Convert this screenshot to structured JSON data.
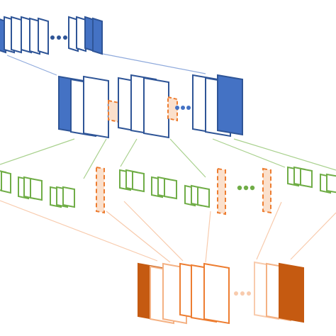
{
  "colors": {
    "blue": "#2F5FBF",
    "blue_stroke": "#2A4C9E",
    "green": "#70AD47",
    "orange": "#C55A11",
    "orange_light": "#F6C9AB",
    "orange_fill": "#FBE0CC",
    "connector_blue": "#8FAADC",
    "connector_green": "#A9D18E",
    "connector_orange": "#F4B183",
    "background": "#FFFFFF"
  },
  "rows": [
    {
      "name": "level-1-blue",
      "ellipsis": true
    },
    {
      "name": "level-2-blue",
      "ellipsis": true
    },
    {
      "name": "level-3-green",
      "ellipsis": true
    },
    {
      "name": "level-4-orange",
      "ellipsis": true
    }
  ]
}
